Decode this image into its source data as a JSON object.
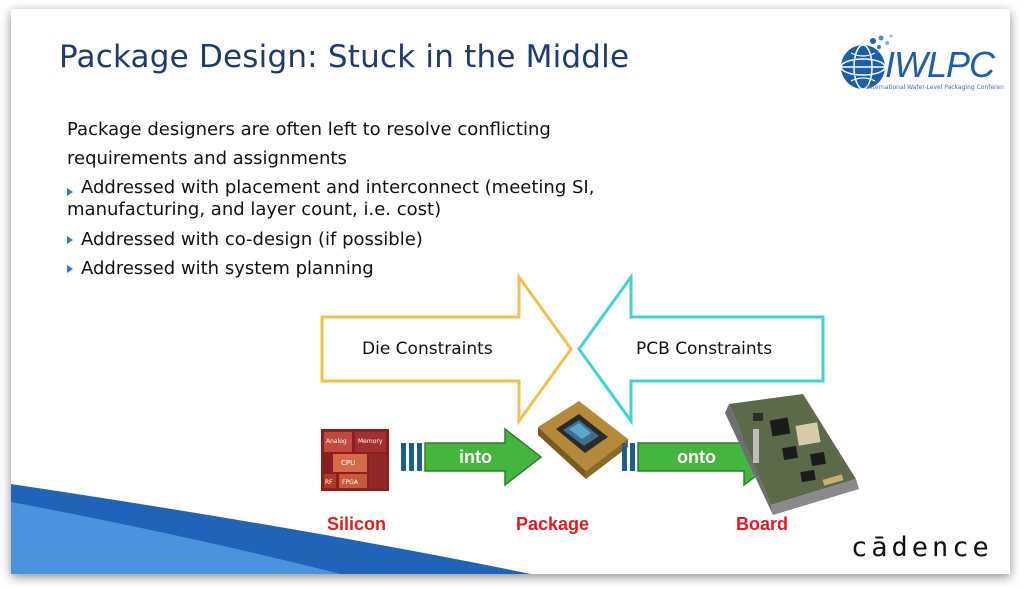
{
  "slide": {
    "title": "Package Design:  Stuck in the Middle",
    "logo_text": "IWLPC",
    "logo_subtext": "International Wafer-Level Packaging Conferen",
    "intro_lines": [
      "Package designers are often left to resolve conflicting",
      "requirements and assignments"
    ],
    "bullets": [
      [
        "Addressed with placement and interconnect (meeting SI,",
        "manufacturing, and layer count, i.e. cost)"
      ],
      [
        "Addressed with co-design (if possible)"
      ],
      [
        "Addressed with system planning"
      ]
    ],
    "arrows": {
      "die_constraints": "Die Constraints",
      "pcb_constraints": "PCB Constraints",
      "into": "into",
      "onto": "onto"
    },
    "chip_labels": {
      "analog": "Analog",
      "memory": "Memory",
      "cpu": "CPU",
      "fpga": "FPGA",
      "rf": "RF"
    },
    "captions": {
      "silicon": "Silicon",
      "package": "Package",
      "board": "Board"
    },
    "brand": "cādence",
    "colors": {
      "title": "#1f3a6b",
      "die_arrow": "#f2c14e",
      "pcb_arrow": "#3fd3d8",
      "green_arrow": "#44b63f",
      "caption": "#e31b1b",
      "bullet": "#2a7bd4"
    }
  }
}
